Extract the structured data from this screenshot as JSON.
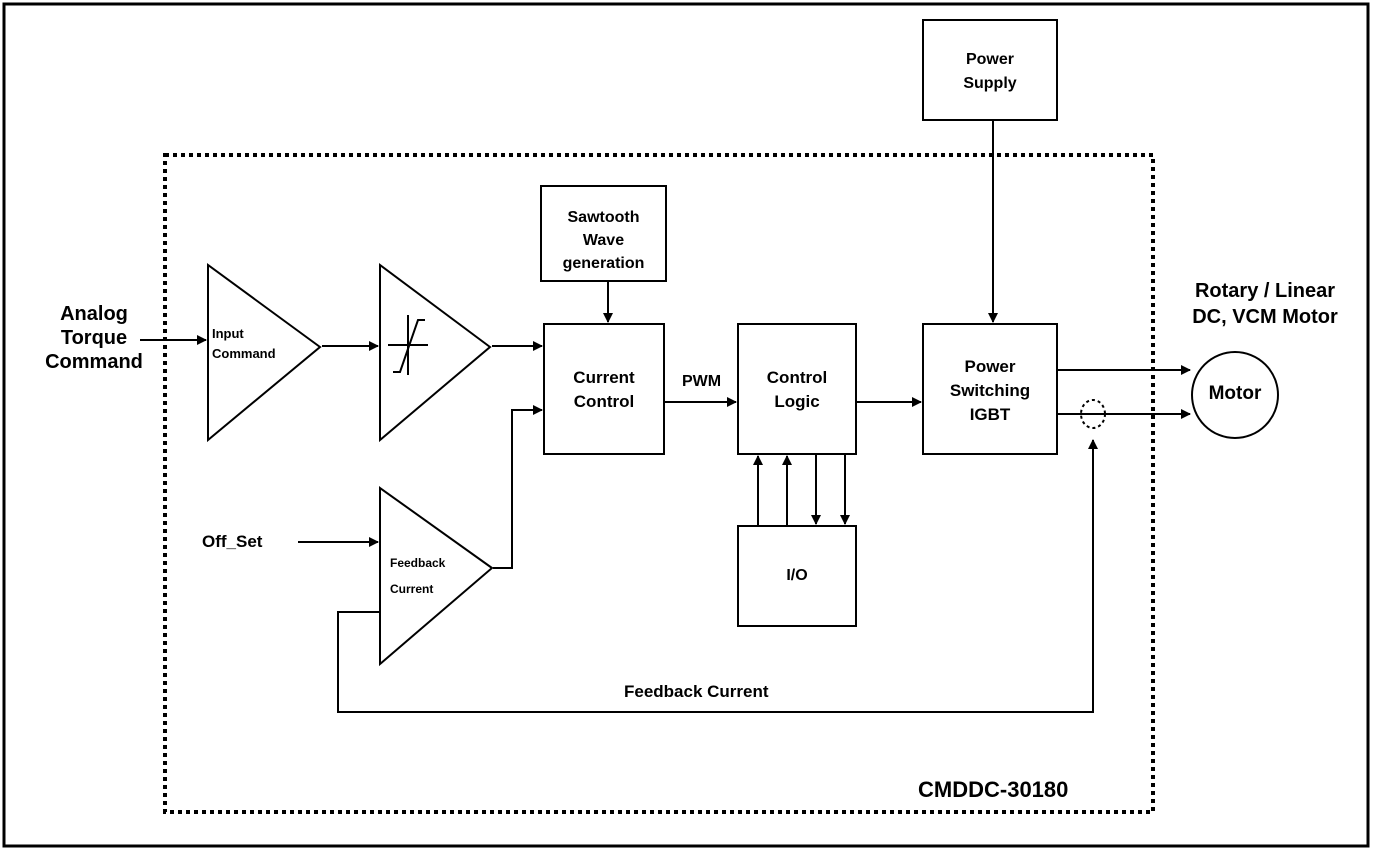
{
  "inputs": {
    "analog_line1": "Analog",
    "analog_line2": "Torque",
    "analog_line3": "Command",
    "offset": "Off_Set"
  },
  "blocks": {
    "input_command_line1": "Input",
    "input_command_line2": "Command",
    "sawtooth_line1": "Sawtooth",
    "sawtooth_line2": "Wave",
    "sawtooth_line3": "generation",
    "current_control_line1": "Current",
    "current_control_line2": "Control",
    "control_logic_line1": "Control",
    "control_logic_line2": "Logic",
    "io": "I/O",
    "power_supply_line1": "Power",
    "power_supply_line2": "Supply",
    "power_switching_line1": "Power",
    "power_switching_line2": "Switching",
    "power_switching_line3": "IGBT",
    "feedback_amp_line1": "Feedback",
    "feedback_amp_line2": "Current",
    "motor": "Motor"
  },
  "signals": {
    "pwm": "PWM",
    "feedback_current": "Feedback Current"
  },
  "outputs": {
    "motor_type_line1": "Rotary / Linear",
    "motor_type_line2": "DC, VCM Motor"
  },
  "model": "CMDDC-30180",
  "colors": {
    "line": "#000000",
    "background": "#ffffff"
  }
}
